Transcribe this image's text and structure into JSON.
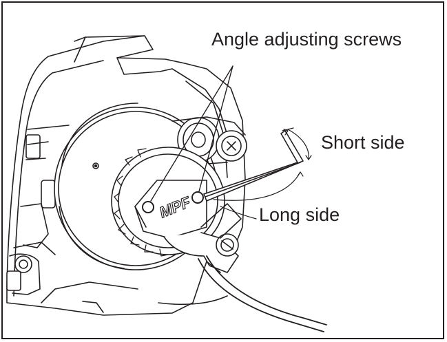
{
  "labels": {
    "angle_adjusting_screws": "Angle adjusting screws",
    "short_side": "Short side",
    "long_side": "Long side"
  },
  "logo_text": "MPF",
  "colors": {
    "line": "#231f20",
    "fill": "#ffffff"
  }
}
